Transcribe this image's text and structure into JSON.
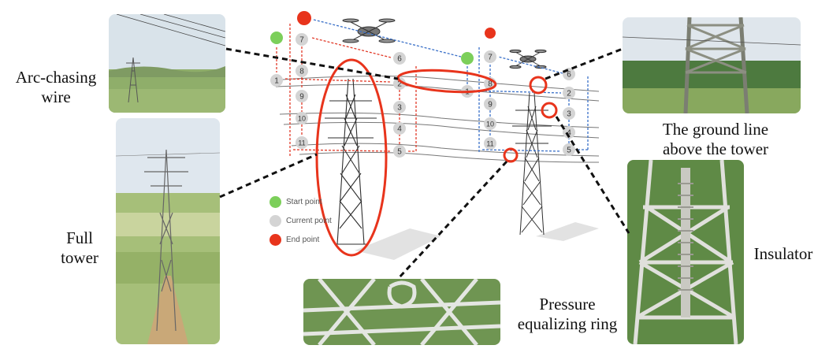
{
  "labels": {
    "arc_chasing_wire": [
      "Arc-chasing",
      "wire"
    ],
    "full_tower": [
      "Full",
      "tower"
    ],
    "ground_line": [
      "The ground line",
      "above the tower"
    ],
    "insulator": "Insulator",
    "pressure_ring": [
      "Pressure",
      "equalizing ring"
    ]
  },
  "legend": {
    "start": "Start point",
    "current": "Current point",
    "end": "End point"
  },
  "colors": {
    "start": "#7ccf5a",
    "current": "#d4d4d4",
    "end": "#e8341c",
    "red_path": "#e23a28",
    "blue_path": "#3a70c8",
    "highlight": "#e8341c"
  },
  "waypoints_left": [
    "1",
    "2",
    "3",
    "4",
    "5",
    "6",
    "7",
    "8",
    "9",
    "10",
    "11"
  ],
  "waypoints_right": [
    "1",
    "2",
    "3",
    "4",
    "5",
    "6",
    "7",
    "8",
    "9",
    "10",
    "11"
  ]
}
